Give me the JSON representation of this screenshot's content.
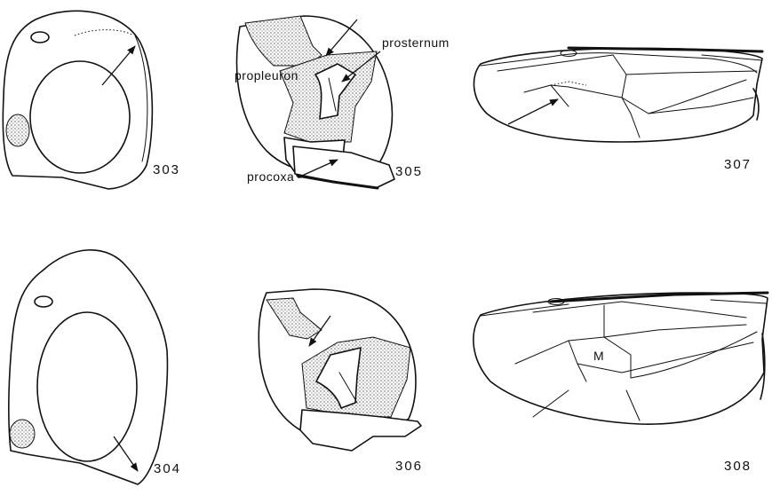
{
  "figures": {
    "fig303": "303",
    "fig304": "304",
    "fig305": "305",
    "fig306": "306",
    "fig307": "307",
    "fig308": "308"
  },
  "labels": {
    "prosternum": "prosternum",
    "propleuron": "propleuron",
    "procoxa": "procoxa",
    "cell_m": "M"
  }
}
